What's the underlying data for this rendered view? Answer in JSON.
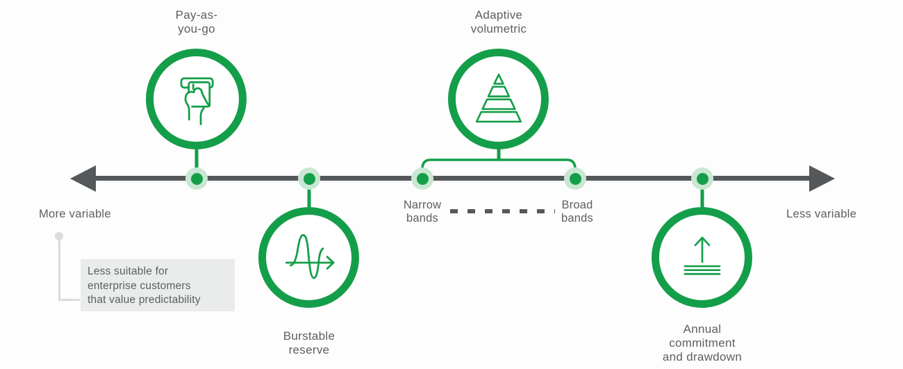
{
  "palette": {
    "green": "#149e49",
    "green_halo": "#c9e7d3",
    "slate": "#54585a",
    "text_gray": "#5b5f62",
    "note_background": "#e9eceb",
    "note_connector": "#d9dcdb",
    "background": "#fdfdfd"
  },
  "timeline": {
    "left_label": "More variable",
    "right_label": "Less variable"
  },
  "nodes": [
    {
      "id": "pay-as-you-go",
      "label": "Pay-as-\nyou-go",
      "icon": "card-payment-icon",
      "label_position": "above"
    },
    {
      "id": "burstable-reserve",
      "label": "Burstable\nreserve",
      "icon": "burst-wave-arrow-icon",
      "label_position": "below"
    },
    {
      "id": "adaptive-volumetric",
      "label": "Adaptive\nvolumetric",
      "icon": "layered-pyramid-icon",
      "label_position": "above"
    },
    {
      "id": "annual-commitment",
      "label": "Annual\ncommitment\nand drawdown",
      "icon": "arrow-up-from-lines-icon",
      "label_position": "below"
    }
  ],
  "bands": {
    "narrow_label": "Narrow\nbands",
    "broad_label": "Broad\nbands"
  },
  "note": {
    "text": "Less suitable for\nenterprise customers\nthat value predictability"
  }
}
